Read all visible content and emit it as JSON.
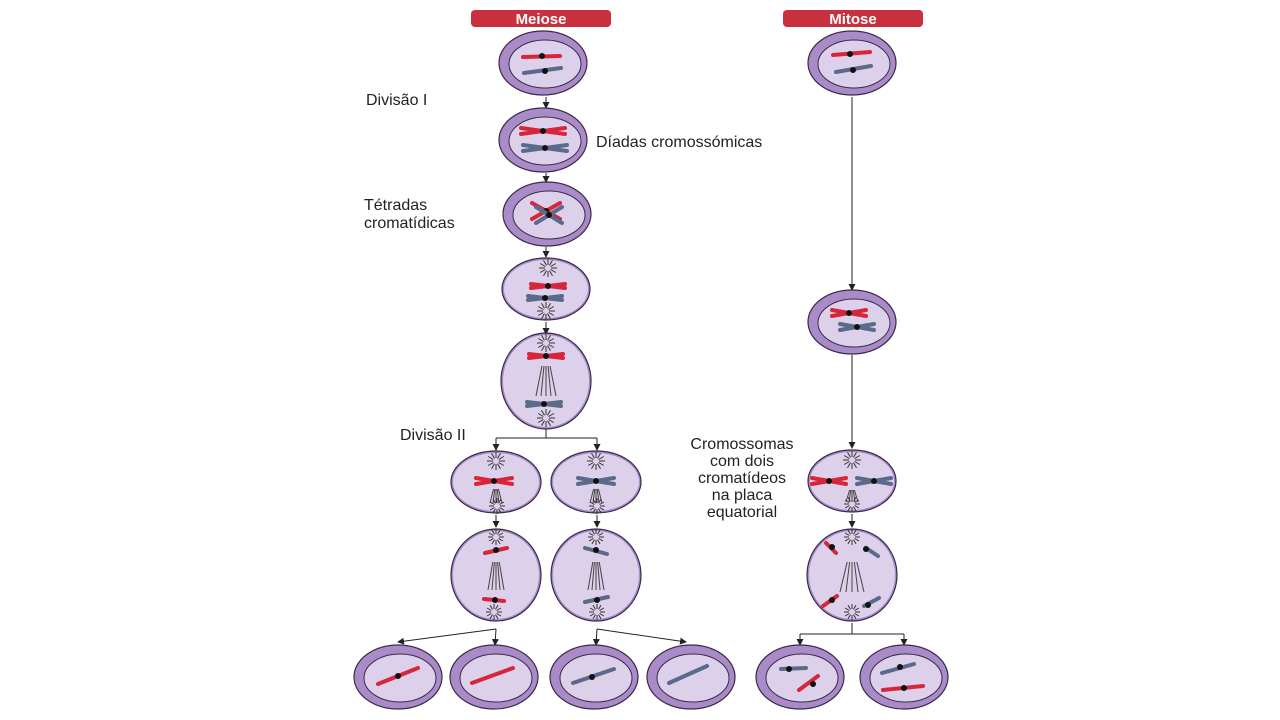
{
  "headers": {
    "meiosis": "Meiose",
    "mitosis": "Mitose"
  },
  "labels": {
    "division_1": "Divisão I",
    "dyads": "Díadas cromossómicas",
    "tetrads_line1": "Tétradas",
    "tetrads_line2": "cromatídicas",
    "division_2": "Divisão II",
    "equatorial_line1": "Cromossomas",
    "equatorial_line2": "com dois",
    "equatorial_line3": "cromatídeos",
    "equatorial_line4": "na placa",
    "equatorial_line5": "equatorial"
  },
  "colors": {
    "header_bg": "#c8303f",
    "cell_outer": "#a98cc7",
    "cell_inner": "#dcd0ea",
    "cell_stroke": "#3a2a4a",
    "chromosome_red": "#d8253a",
    "chromosome_blue": "#5b6a8a",
    "arrow": "#222222"
  }
}
